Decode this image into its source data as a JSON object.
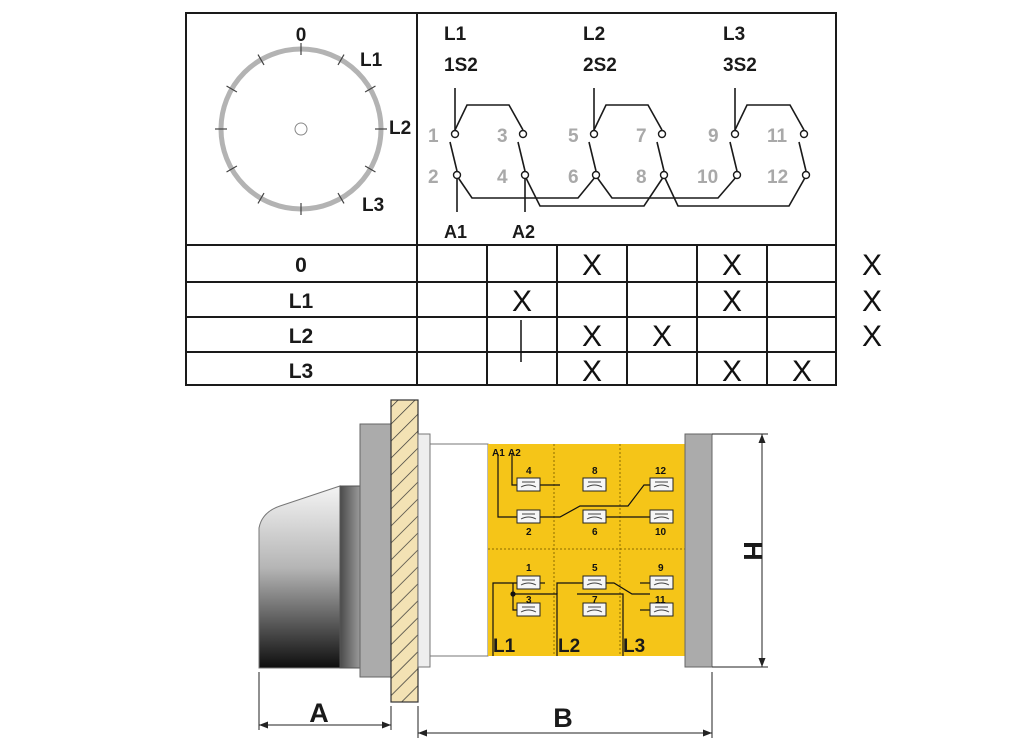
{
  "dial": {
    "positions": [
      "0",
      "L1",
      "L2",
      "L3"
    ]
  },
  "switch_groups": [
    {
      "phase": "L1",
      "code": "1S2",
      "contacts": [
        "1",
        "2",
        "3",
        "4"
      ]
    },
    {
      "phase": "L2",
      "code": "2S2",
      "contacts": [
        "5",
        "6",
        "7",
        "8"
      ]
    },
    {
      "phase": "L3",
      "code": "3S2",
      "contacts": [
        "9",
        "10",
        "11",
        "12"
      ]
    }
  ],
  "outputs": [
    "A1",
    "A2"
  ],
  "table": {
    "rows": [
      {
        "label": "0",
        "cells": [
          "",
          "X",
          "",
          "X",
          "",
          "X"
        ]
      },
      {
        "label": "L1",
        "cells": [
          "X",
          "",
          "",
          "X",
          "",
          "X"
        ]
      },
      {
        "label": "L2",
        "cells": [
          "",
          "X",
          "X",
          "",
          "",
          "X"
        ]
      },
      {
        "label": "L3",
        "cells": [
          "",
          "X",
          "",
          "X",
          "X",
          ""
        ]
      }
    ]
  },
  "drawing": {
    "terminal_header": [
      "A1",
      "A2"
    ],
    "upper_deck": [
      [
        "4",
        "8",
        "12"
      ],
      [
        "2",
        "6",
        "10"
      ]
    ],
    "lower_deck": [
      [
        "1",
        "5",
        "9"
      ],
      [
        "3",
        "7",
        "11"
      ]
    ],
    "phase_labels": [
      "L1",
      "L2",
      "L3"
    ],
    "dimensions": {
      "a": "A",
      "b": "B",
      "h": "H"
    }
  },
  "colors": {
    "deck": "#f5c518",
    "hatch": "#f3e2b4",
    "plate": "#a8a8a8",
    "ring": "#b3b3b3"
  }
}
